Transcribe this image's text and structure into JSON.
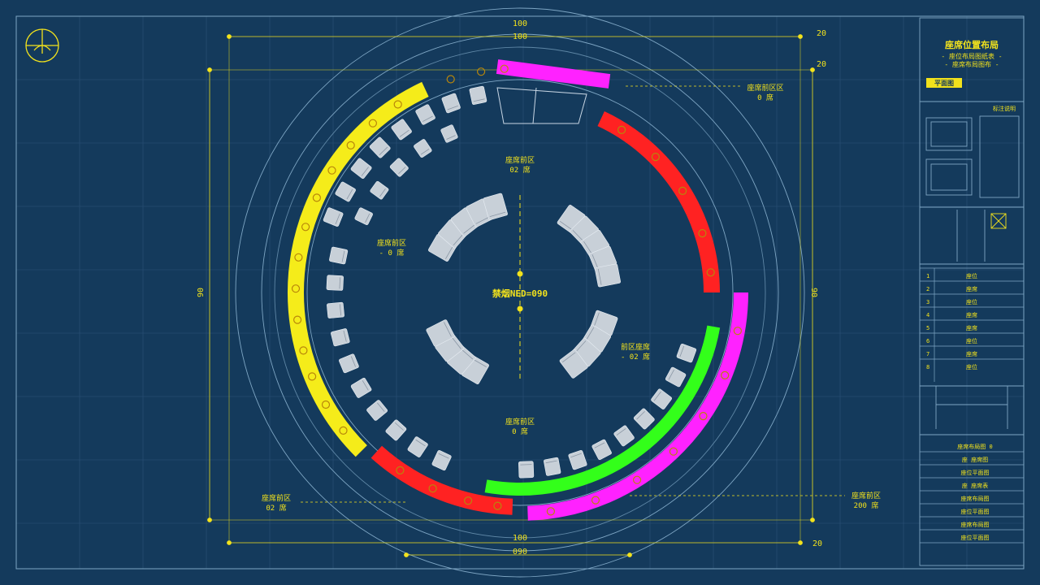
{
  "center_label": "禁烟NED=090",
  "dimensions": {
    "top_a": "100",
    "top_b": "100",
    "right_top_a": "20",
    "right_top_b": "20",
    "left_mid": "90",
    "right_mid": "90",
    "bottom_a": "100",
    "bottom_b": "090",
    "right_bottom": "20"
  },
  "zone_labels": [
    {
      "line1": "座席前区",
      "line2": "02 席"
    },
    {
      "line1": "座席前区",
      "line2": "- 0 席"
    },
    {
      "line1": "前区座席",
      "line2": "- 02 席"
    },
    {
      "line1": "座席前区",
      "line2": "0 席"
    },
    {
      "line1": "座席前区区",
      "line2": "0 席"
    },
    {
      "line1": "座席前区",
      "line2": "02 席"
    },
    {
      "line1": "座席前区",
      "line2": "200 席"
    }
  ],
  "title_block": {
    "heading": "座席位置布局",
    "subheading": "- 座位布局图纸表 -",
    "subheading2": "- 座席布局图布 -",
    "tag": "平面图",
    "header_small": "标注说明",
    "rows": [
      "座位",
      "座席",
      "座位",
      "座席",
      "座席",
      "座位",
      "座席",
      "座位"
    ],
    "notes": [
      "座席布局图 0",
      "座 座席图",
      "座位平面图",
      "座 座席表",
      "座席布局图",
      "座位平面图",
      "座席布局图",
      "座位平面图"
    ]
  },
  "colors": {
    "background": "#143a5c",
    "line": "#7ea6c4",
    "accent": "#f2e21c",
    "yellow_band": "#f5ec1a",
    "red_band": "#ff2222",
    "magenta_band": "#ff22ff",
    "green_band": "#33ff1a",
    "seat": "#c8d0d8"
  }
}
